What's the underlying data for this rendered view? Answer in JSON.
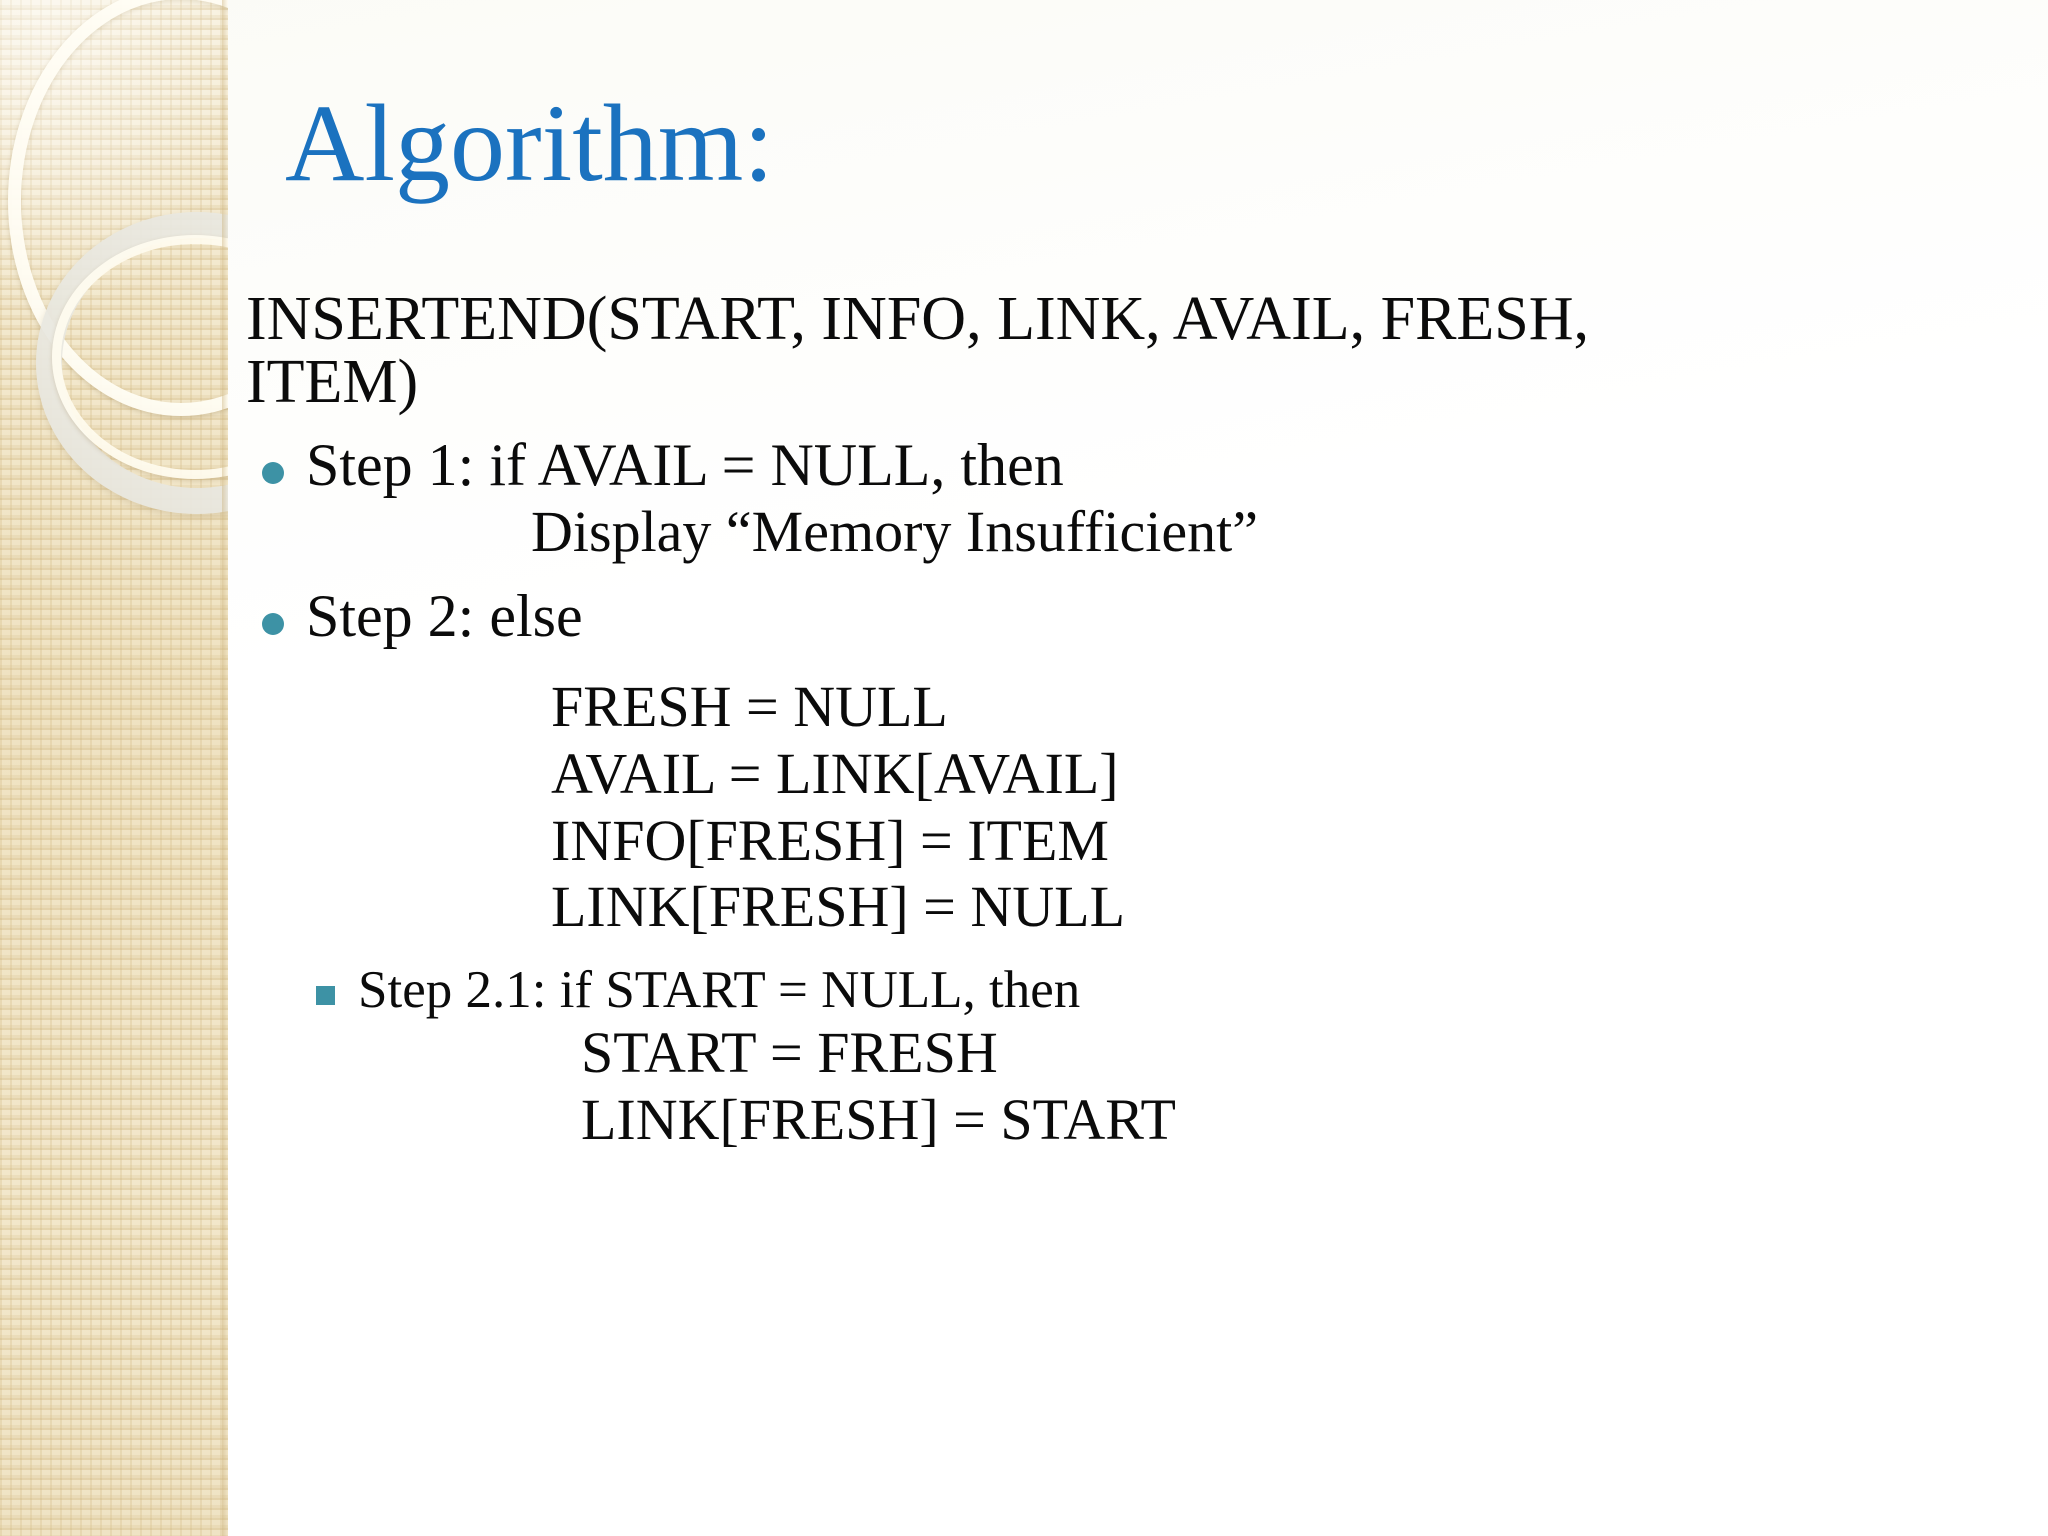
{
  "slide": {
    "title": "Algorithm:",
    "title_color": "#1b72bf",
    "bullet_color": "#3d92a5",
    "sidebar": {
      "name": "decorative-side-band",
      "base_color": "#efe2c1"
    },
    "procedure_signature": "INSERTEND(START, INFO, LINK, AVAIL, FRESH, ITEM)",
    "steps": [
      {
        "level": 1,
        "bullet": "disc",
        "label": "Step 1: if AVAIL = NULL, then",
        "lines": [
          "Display “Memory Insufficient”"
        ]
      },
      {
        "level": 1,
        "bullet": "disc",
        "label": "Step 2: else",
        "lines": [
          "FRESH = NULL",
          "AVAIL = LINK[AVAIL]",
          "INFO[FRESH] = ITEM",
          "LINK[FRESH] = NULL"
        ]
      },
      {
        "level": 2,
        "bullet": "square",
        "label": "Step 2.1: if START = NULL, then",
        "lines": [
          "START = FRESH",
          "LINK[FRESH] = START"
        ]
      }
    ]
  }
}
